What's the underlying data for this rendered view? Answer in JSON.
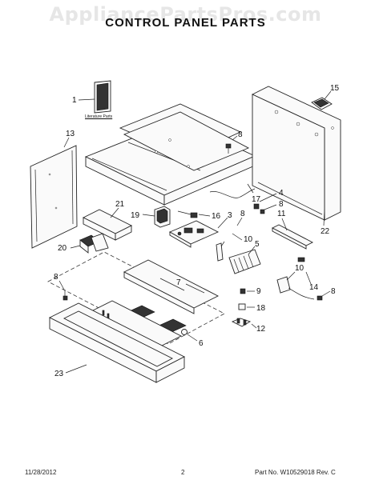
{
  "watermark": "AppliancePartsPros.com",
  "title": "CONTROL PANEL PARTS",
  "literature_label": "Literature Parts",
  "footer": {
    "date": "11/28/2012",
    "page": "2",
    "part_number": "Part No. W10529018  Rev. C"
  },
  "callouts": {
    "c1": "1",
    "c2": "2",
    "c3": "3",
    "c4": "4",
    "c5": "5",
    "c6": "6",
    "c7": "7",
    "c8a": "8",
    "c8b": "8",
    "c8c": "8",
    "c8d": "8",
    "c8e": "8",
    "c9": "9",
    "c10a": "10",
    "c10b": "10",
    "c11": "11",
    "c12": "12",
    "c13": "13",
    "c14": "14",
    "c15": "15",
    "c16": "16",
    "c17": "17",
    "c18": "18",
    "c19": "19",
    "c20": "20",
    "c21": "21",
    "c22": "22",
    "c23": "23"
  }
}
